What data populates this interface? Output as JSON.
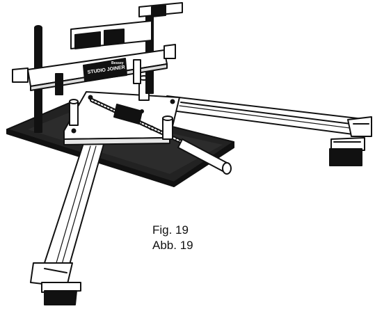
{
  "figure": {
    "caption_line1": "Fig. 19",
    "caption_line2": "Abb. 19",
    "brand_small": "Bessey",
    "brand_label": "STUDIO JOINER"
  },
  "colors": {
    "ink": "#111111",
    "paper": "#ffffff",
    "dark": "#1a1a1a"
  }
}
